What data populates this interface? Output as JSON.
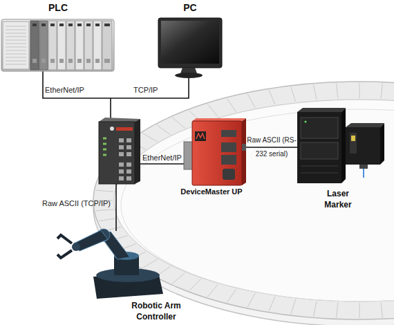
{
  "diagram": {
    "nodes": [
      {
        "text": [
          "PLC"
        ]
      },
      {
        "text": [
          "PC"
        ]
      },
      {
        "text": [
          "DeviceMaster UP"
        ]
      },
      {
        "text": [
          "Laser Marker"
        ]
      },
      {
        "text": [
          "Robotic Arm Controller"
        ]
      }
    ],
    "edges": [
      {
        "from": 2,
        "to": 3,
        "arrow": "none",
        "label": "Raw ASCII (RS-232 serial)"
      }
    ],
    "labels": [
      "EtherNet/IP",
      "TCP/IP",
      "EtherNet/IP",
      "Raw ASCII (TCP/IP)"
    ]
  }
}
